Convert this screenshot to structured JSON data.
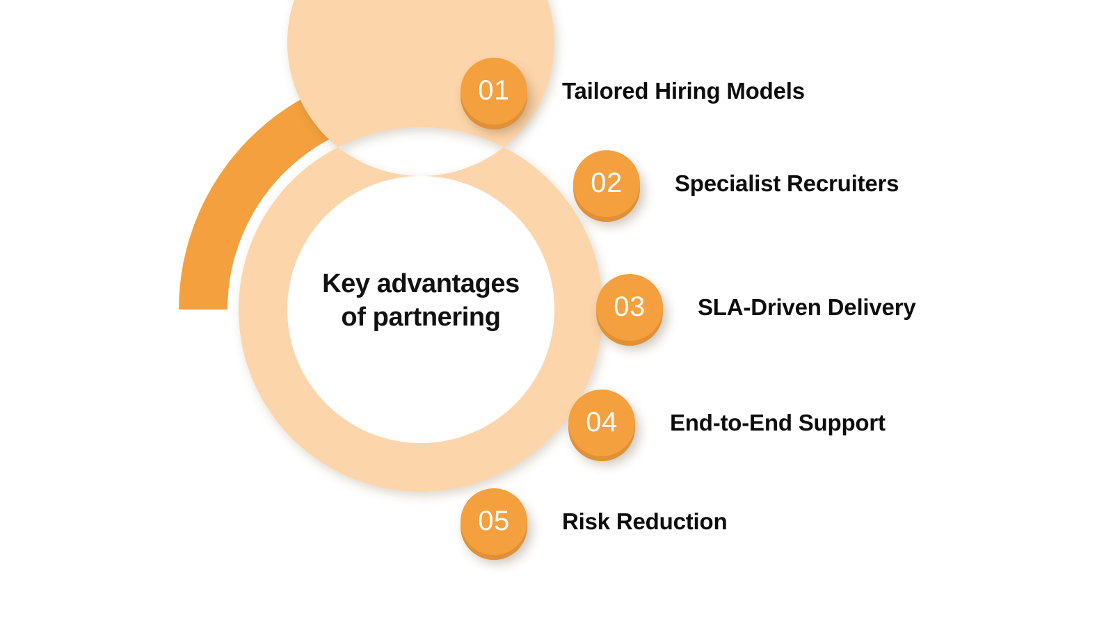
{
  "graphic": {
    "center_caption": {
      "line1": "Key advantages",
      "line2": "of partnering"
    },
    "colors": {
      "accent_orange": "#F4A03E",
      "accent_orange_shade": "#E09036",
      "ring_light_peach": "#FDD5AA",
      "background": "#FFFFFF",
      "text_dark": "#0D0D0D",
      "badge_text": "#FFFFFF"
    },
    "ring": {
      "outer_arc_label": "progress-arc-quarter",
      "outer_arc_sweep_degrees": 90,
      "donut_outer_radius": 262,
      "donut_inner_radius": 192
    }
  },
  "items": [
    {
      "number": "01",
      "label": "Tailored Hiring Models"
    },
    {
      "number": "02",
      "label": "Specialist Recruiters"
    },
    {
      "number": "03",
      "label": "SLA-Driven Delivery"
    },
    {
      "number": "04",
      "label": "End-to-End Support"
    },
    {
      "number": "05",
      "label": "Risk Reduction"
    }
  ]
}
